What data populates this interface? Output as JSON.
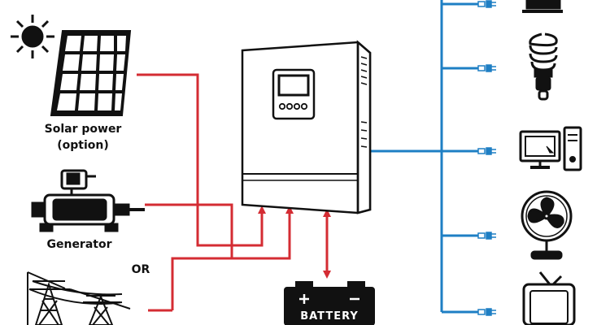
{
  "labels": {
    "solar_line1": "Solar power",
    "solar_line2": "(option)",
    "generator": "Generator",
    "or": "OR",
    "battery": "BATTERY"
  },
  "icons": {
    "sun": "sun-icon",
    "solar_panel": "solar-panel-icon",
    "generator": "generator-icon",
    "power_grid": "power-grid-icon",
    "inverter": "inverter-icon",
    "battery": "battery-icon",
    "plug": "plug-icon",
    "laptop": "laptop-icon",
    "bulb": "bulb-icon",
    "computer": "computer-icon",
    "fan": "fan-icon",
    "tv": "tv-icon"
  },
  "colors": {
    "input_line": "#d42c33",
    "output_line": "#1e7fc4",
    "outline": "#111111"
  }
}
